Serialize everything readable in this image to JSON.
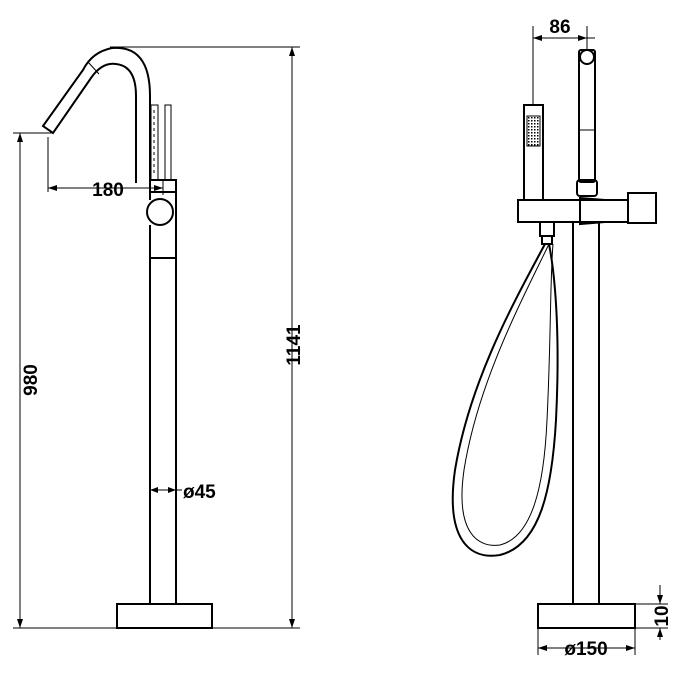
{
  "dimensions": {
    "spout_reach": "180",
    "total_height": "1141",
    "spout_height": "980",
    "pipe_diameter": "ø45",
    "side_width": "86",
    "base_diameter": "ø150",
    "base_height": "10"
  }
}
